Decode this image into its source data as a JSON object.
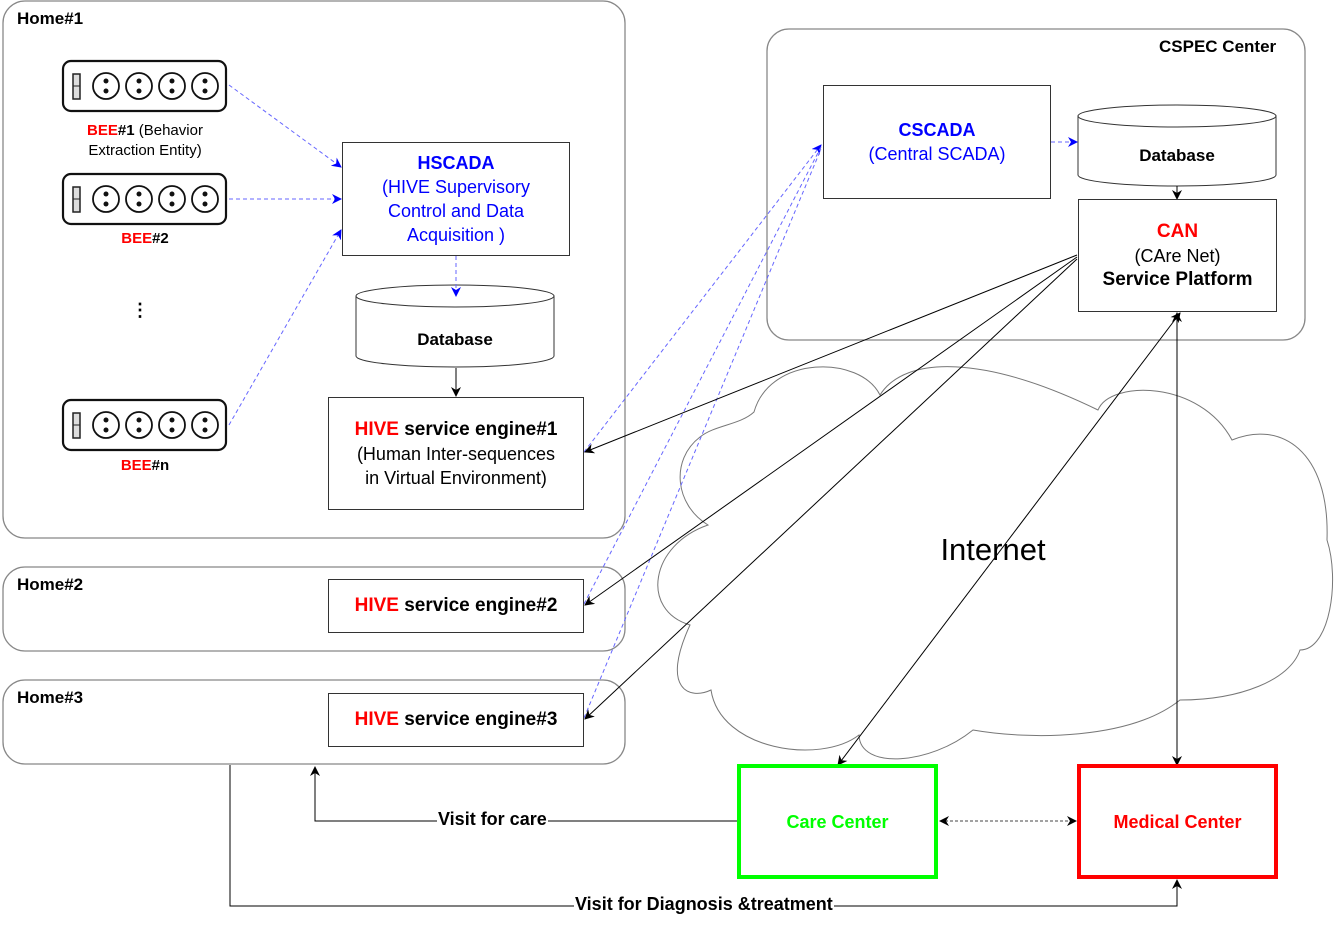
{
  "groups": {
    "home1": {
      "title": "Home#1"
    },
    "home2": {
      "title": "Home#2"
    },
    "home3": {
      "title": "Home#3"
    },
    "cspec": {
      "title": "CSPEC Center"
    }
  },
  "bees": [
    {
      "prefix": "BEE",
      "suffix": "#1",
      "note": " (Behavior",
      "note2": "Extraction Entity)"
    },
    {
      "prefix": "BEE",
      "suffix": "#2"
    },
    {
      "prefix": "BEE",
      "suffix": "#n"
    }
  ],
  "ellipsis": "⋮",
  "hscada": {
    "title": "HSCADA",
    "line1": "(HIVE Supervisory",
    "line2": "Control and Data",
    "line3": "Acquisition )"
  },
  "home_database": {
    "label": "Database"
  },
  "engines": [
    {
      "hive": "HIVE",
      "rest": " service engine#1",
      "line2": "(Human Inter-sequences",
      "line3": "in Virtual Environment)"
    },
    {
      "hive": "HIVE",
      "rest": " service engine#2"
    },
    {
      "hive": "HIVE",
      "rest": " service engine#3"
    }
  ],
  "cscada": {
    "title": "CSCADA",
    "subtitle": "(Central SCADA)"
  },
  "center_database": {
    "label": "Database"
  },
  "can": {
    "title": "CAN",
    "subtitle": "(CAre Net)",
    "line3": "Service Platform"
  },
  "internet": {
    "label": "Internet"
  },
  "care_center": {
    "label": "Care Center",
    "color": "#00ff00"
  },
  "medical_center": {
    "label": "Medical Center",
    "color": "#ff0000"
  },
  "flows": {
    "visit_care": "Visit for care",
    "visit_diagnosis": "Visit for Diagnosis &treatment"
  },
  "colors": {
    "accent_red": "#ff0000",
    "accent_blue": "#0000ff",
    "dashed_link": "#6666ff"
  }
}
